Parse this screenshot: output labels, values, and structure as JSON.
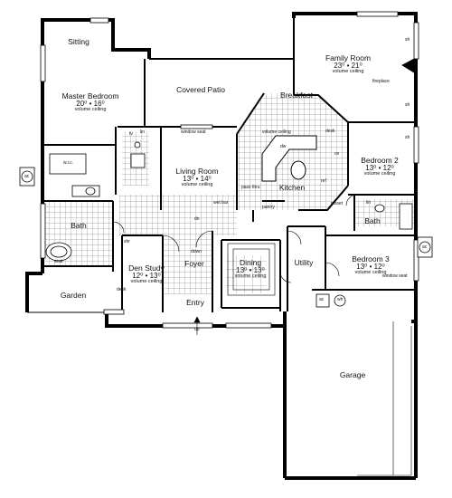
{
  "rooms": {
    "sitting": {
      "name": "Sitting"
    },
    "master_bedroom": {
      "name": "Master Bedroom",
      "dims": "20⁰ • 16⁰",
      "note": "volume ceiling"
    },
    "covered_patio": {
      "name": "Covered Patio"
    },
    "family_room": {
      "name": "Family Room",
      "dims": "23⁰ • 21⁰",
      "note": "volume ceiling"
    },
    "breakfast": {
      "name": "Breakfast"
    },
    "living_room": {
      "name": "Living Room",
      "dims": "13⁰ • 14⁰",
      "note": "volume ceiling"
    },
    "kitchen": {
      "name": "Kitchen"
    },
    "bedroom2": {
      "name": "Bedroom 2",
      "dims": "13⁰ • 12⁰",
      "note": "volume ceiling"
    },
    "bath_master": {
      "name": "Bath"
    },
    "bath2": {
      "name": "Bath"
    },
    "bedroom3": {
      "name": "Bedroom 3",
      "dims": "13⁰ • 12⁰",
      "note": "volume ceiling"
    },
    "den_study": {
      "name": "Den Study",
      "dims": "12⁰ • 13⁰",
      "note": "volume ceiling"
    },
    "foyer": {
      "name": "Foyer"
    },
    "dining": {
      "name": "Dining",
      "dims": "13⁰ • 13⁰",
      "note": "volume ceiling"
    },
    "utility": {
      "name": "Utility"
    },
    "garden": {
      "name": "Garden"
    },
    "entry": {
      "name": "Entry"
    },
    "garage": {
      "name": "Garage"
    }
  },
  "labels": {
    "window_seat_top": "window seat",
    "volume_ceiling_kitchen": "volume ceiling",
    "desk_kitchen": "desk",
    "wic": "w.i.c.",
    "wet_bar": "wet bar",
    "pass_thru": "pass thru",
    "pantry": "pantry",
    "closet": "closet",
    "fireplace": "fireplace",
    "sh_top": "sh",
    "sh_mid": "sh",
    "sh_right": "sh",
    "ac_left": "ac",
    "ac_right": "ac",
    "ac_garage": "ac",
    "wh": "wh",
    "dn_living": "dn",
    "down_foyer": "down",
    "up_entry": "up",
    "desk_den": "desk",
    "window_seat_bed3": "window seat",
    "dw": "dw",
    "ref": "ref",
    "ov": "ov",
    "lin_master": "lin",
    "lin_bath2": "lin",
    "shr": "shr",
    "tv": "tv",
    "seat": "seat"
  }
}
